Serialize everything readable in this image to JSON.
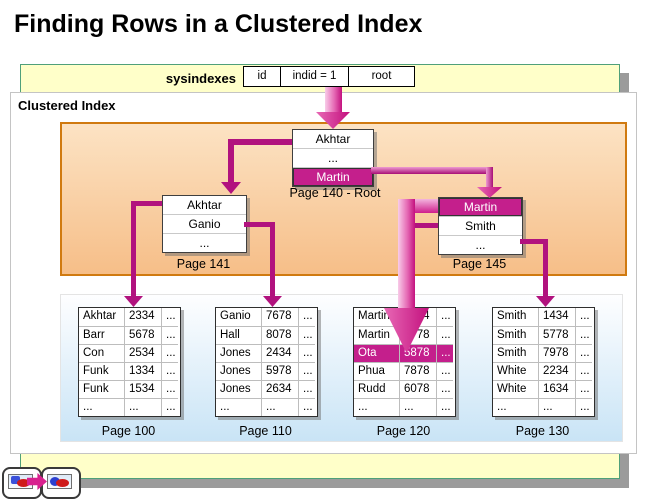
{
  "slide": {
    "title": "Finding Rows in a Clustered Index"
  },
  "sysindexes": {
    "label": "sysindexes",
    "columns": [
      "id",
      "indid = 1",
      "root"
    ]
  },
  "clustered_index": {
    "label": "Clustered Index"
  },
  "root_node": {
    "rows": [
      "Akhtar",
      "...",
      "Martin"
    ],
    "highlighted_row": "Martin",
    "label": "Page 140 - Root"
  },
  "node_141": {
    "rows": [
      "Akhtar",
      "Ganio",
      "..."
    ],
    "label": "Page 141"
  },
  "node_145": {
    "rows": [
      "Martin",
      "Smith",
      "..."
    ],
    "highlighted_row": "Martin",
    "label": "Page 145"
  },
  "leaf_pages": [
    {
      "label": "Page 100",
      "rows": [
        [
          "Akhtar",
          "2334",
          "..."
        ],
        [
          "Barr",
          "5678",
          "..."
        ],
        [
          "Con",
          "2534",
          "..."
        ],
        [
          "Funk",
          "1334",
          "..."
        ],
        [
          "Funk",
          "1534",
          "..."
        ],
        [
          "...",
          "...",
          "..."
        ]
      ]
    },
    {
      "label": "Page 110",
      "rows": [
        [
          "Ganio",
          "7678",
          "..."
        ],
        [
          "Hall",
          "8078",
          "..."
        ],
        [
          "Jones",
          "2434",
          "..."
        ],
        [
          "Jones",
          "5978",
          "..."
        ],
        [
          "Jones",
          "2634",
          "..."
        ],
        [
          "...",
          "...",
          "..."
        ]
      ]
    },
    {
      "label": "Page 120",
      "rows": [
        [
          "Martin",
          "1234",
          "..."
        ],
        [
          "Martin",
          "7778",
          "..."
        ],
        [
          "Ota",
          "5878",
          "..."
        ],
        [
          "Phua",
          "7878",
          "..."
        ],
        [
          "Rudd",
          "6078",
          "..."
        ],
        [
          "...",
          "...",
          "..."
        ]
      ],
      "highlighted_row": "Ota"
    },
    {
      "label": "Page 130",
      "rows": [
        [
          "Smith",
          "1434",
          "..."
        ],
        [
          "Smith",
          "5778",
          "..."
        ],
        [
          "Smith",
          "7978",
          "..."
        ],
        [
          "White",
          "2234",
          "..."
        ],
        [
          "White",
          "1634",
          "..."
        ],
        [
          "...",
          "...",
          "..."
        ]
      ]
    }
  ],
  "icons": {
    "previous_step": "slide-picture-icon",
    "next_step": "slide-picture-icon",
    "between": "right-arrow-icon"
  },
  "colors": {
    "highlight_magenta": "#C41F8C",
    "arrow_dark": "#B1127E",
    "arrow_light": "#F8CCE9",
    "orange_fill": "#F6BE88",
    "orange_border": "#D07A10",
    "yellow_band": "#FFFFC9",
    "yellow_border": "#4FA07A",
    "leaf_blue": "#C9E4F6"
  }
}
